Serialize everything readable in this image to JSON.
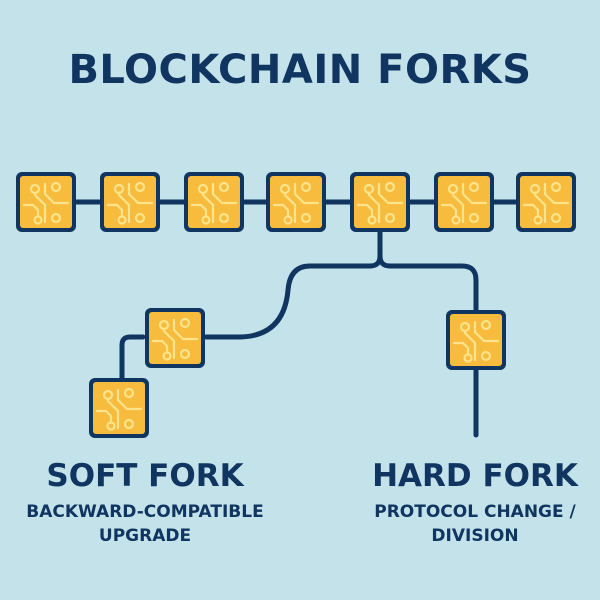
{
  "title": "BLOCKCHAIN FORKS",
  "colors": {
    "background": "#c3e2ea",
    "navy": "#0f3560",
    "block_fill": "#f7bb3e",
    "circuit": "#fde48a"
  },
  "main_chain": {
    "block_count": 7,
    "block_icon": "circuit-chip-icon"
  },
  "branches": {
    "soft_fork": {
      "title": "SOFT FORK",
      "description_lines": [
        "BACKWARD-COMPATIBLE",
        "UPGRADE"
      ],
      "block_count": 2
    },
    "hard_fork": {
      "title": "HARD FORK",
      "description_lines": [
        "PROTOCOL CHANGE /",
        "DIVISION"
      ],
      "block_count": 1
    }
  }
}
